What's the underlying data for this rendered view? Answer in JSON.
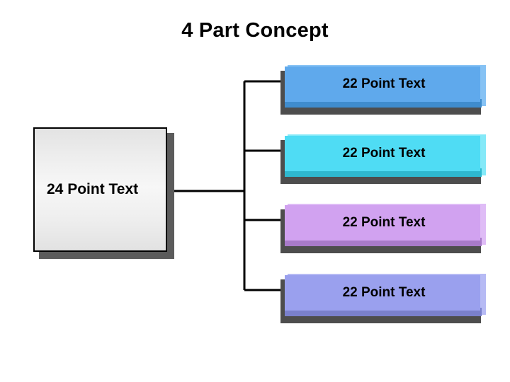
{
  "slide": {
    "title": "4 Part Concept",
    "background_color": "#ffffff"
  },
  "diagram": {
    "type": "horizontal-tree",
    "root": {
      "label": "24 Point Text",
      "fill_top": "#e3e3e3",
      "fill_bottom": "#e2e2e2",
      "border_color": "#000000",
      "shadow_color": "#5b5b5b"
    },
    "connector_color": "#000000",
    "branches": [
      {
        "label": "22 Point Text",
        "face_color": "#5fa9ec",
        "side_color": "#86c2f4",
        "bottom_color": "#3f8ccd",
        "shadow_color": "#4d4d4d"
      },
      {
        "label": "22 Point Text",
        "face_color": "#4fdcf4",
        "side_color": "#84e9f8",
        "bottom_color": "#2eb8cf",
        "shadow_color": "#4d4d4d"
      },
      {
        "label": "22 Point Text",
        "face_color": "#d1a2f0",
        "side_color": "#dfbcf6",
        "bottom_color": "#a87ac9",
        "shadow_color": "#4d4d4d"
      },
      {
        "label": "22 Point Text",
        "face_color": "#9aa0ee",
        "side_color": "#b6baf4",
        "bottom_color": "#7a80cc",
        "shadow_color": "#4d4d4d"
      }
    ]
  }
}
